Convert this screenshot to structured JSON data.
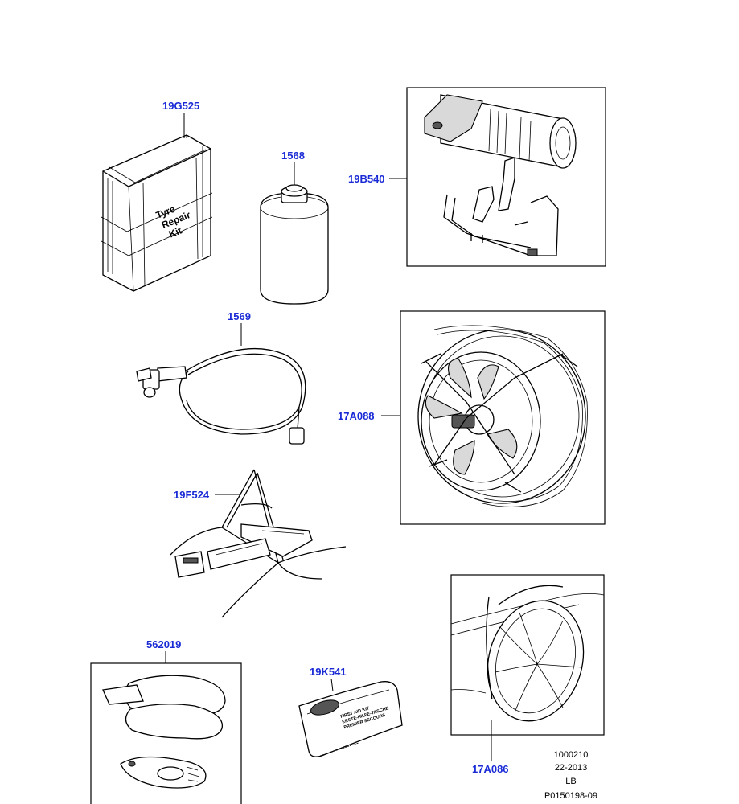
{
  "callouts": {
    "tyre_repair_kit": "19G525",
    "bottle": "1568",
    "compressor_bracket": "19B540",
    "hose": "1569",
    "snow_chain": "17A088",
    "warning_triangle": "19F524",
    "pouch_set": "562019",
    "first_aid_kit": "19K541",
    "wheel_cover": "17A086"
  },
  "labels": {
    "kit_line1": "Tyre",
    "kit_line2": "Repair",
    "kit_line3": "Kit",
    "first_aid_line1": "FIRST AID KIT",
    "first_aid_line2": "ERSTE-HILFE-TASCHE",
    "first_aid_line3": "PREMIER SECOURS"
  },
  "meta": {
    "line1": "1000210",
    "line2": "22-2013",
    "line3": "LB",
    "line4": "P0150198-09"
  },
  "colors": {
    "callout": "#1a2bd6",
    "line": "#000000",
    "background": "#ffffff"
  }
}
